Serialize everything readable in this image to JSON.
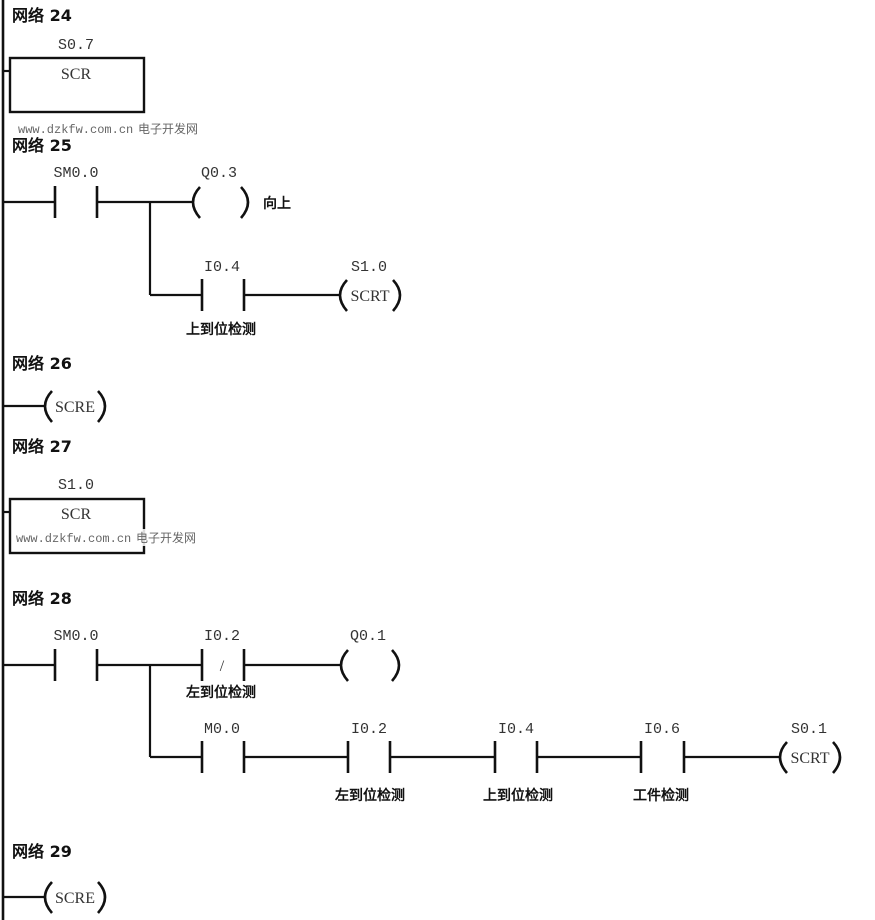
{
  "watermark": {
    "url": "www.dzkfw.com.cn",
    "site_name": "电子开发网"
  },
  "networks": [
    {
      "id": "net24",
      "title": "网络 24",
      "kind": "scr-box",
      "operand": "S0.7",
      "instruction": "SCR"
    },
    {
      "id": "net25",
      "title": "网络 25",
      "elements": {
        "c1": {
          "operand": "SM0.0",
          "type": "NO"
        },
        "coil1": {
          "operand": "Q0.3",
          "label": "",
          "comment": "向上"
        },
        "c2": {
          "operand": "I0.4",
          "type": "NO",
          "comment": "上到位检测"
        },
        "coil2": {
          "operand": "S1.0",
          "label": "SCRT"
        }
      }
    },
    {
      "id": "net26",
      "title": "网络 26",
      "kind": "scre",
      "label": "SCRE"
    },
    {
      "id": "net27",
      "title": "网络 27",
      "kind": "scr-box",
      "operand": "S1.0",
      "instruction": "SCR"
    },
    {
      "id": "net28",
      "title": "网络 28",
      "elements": {
        "c1": {
          "operand": "SM0.0",
          "type": "NO"
        },
        "c2": {
          "operand": "I0.2",
          "type": "NC",
          "symbol": "/",
          "comment": "左到位检测"
        },
        "coil1": {
          "operand": "Q0.1",
          "label": ""
        },
        "c3": {
          "operand": "M0.0",
          "type": "NO"
        },
        "c4": {
          "operand": "I0.2",
          "type": "NO",
          "comment": "左到位检测"
        },
        "c5": {
          "operand": "I0.4",
          "type": "NO",
          "comment": "上到位检测"
        },
        "c6": {
          "operand": "I0.6",
          "type": "NO",
          "comment": "工件检测"
        },
        "coil2": {
          "operand": "S0.1",
          "label": "SCRT"
        }
      }
    },
    {
      "id": "net29",
      "title": "网络 29",
      "kind": "scre",
      "label": "SCRE"
    }
  ]
}
